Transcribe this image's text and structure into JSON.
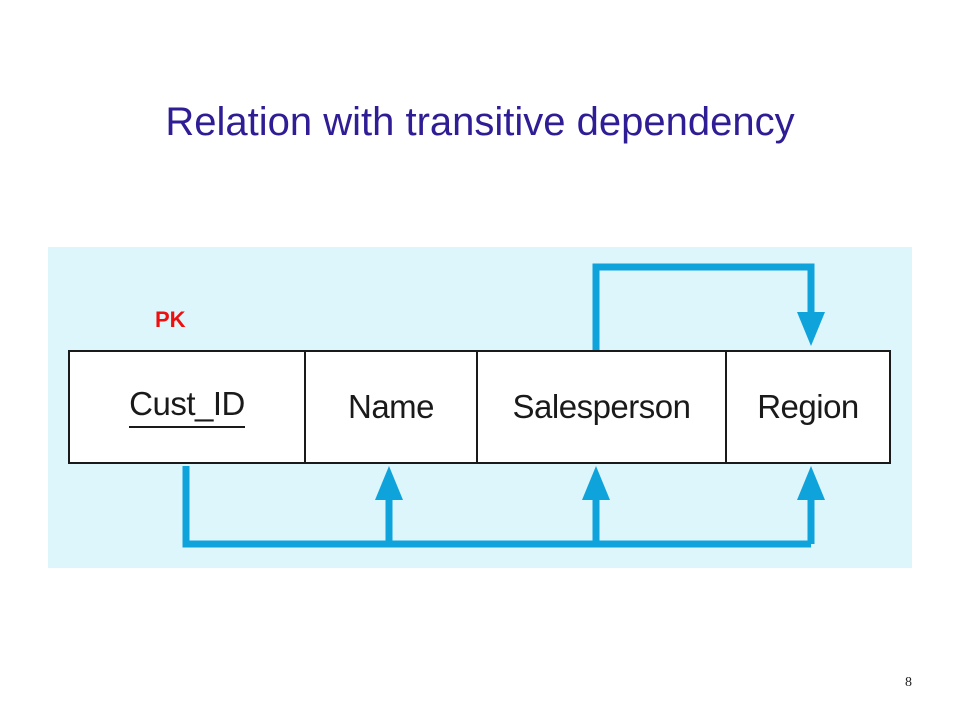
{
  "slide": {
    "title": "Relation with transitive dependency",
    "page_number": "8"
  },
  "diagram": {
    "primary_key_label": "PK",
    "attributes": [
      {
        "name": "Cust_ID",
        "is_primary_key": true
      },
      {
        "name": "Name",
        "is_primary_key": false
      },
      {
        "name": "Salesperson",
        "is_primary_key": false
      },
      {
        "name": "Region",
        "is_primary_key": false
      }
    ],
    "dependencies": [
      {
        "from": "Cust_ID",
        "to": [
          "Name",
          "Salesperson",
          "Region"
        ]
      },
      {
        "from": "Salesperson",
        "to": [
          "Region"
        ]
      }
    ],
    "colors": {
      "panel_background": "#ddf6fb",
      "arrow": "#0fa3dc",
      "title": "#2e1d94",
      "pk_label": "#ee0f0f"
    }
  }
}
